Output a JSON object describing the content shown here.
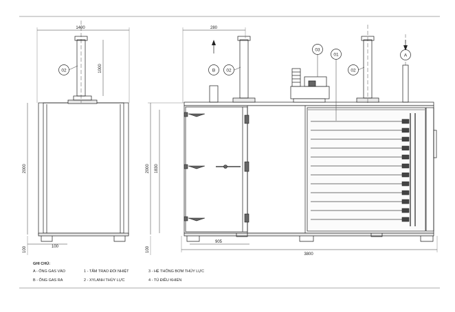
{
  "dimensions": {
    "left_width": "1400",
    "left_rod_height": "1000",
    "left_total_height": "2000",
    "left_base_offset": "100",
    "left_foot_height": "100",
    "right_top_width": "280",
    "right_height_2000": "2000",
    "right_height_1830": "1830",
    "right_foot_height": "100",
    "right_door_width": "905",
    "right_total_width": "3800"
  },
  "balloons": {
    "left_part": "02",
    "right_inlet": "B",
    "right_part_a": "02",
    "right_pump": "03",
    "right_exchanger": "01",
    "right_part_b": "02",
    "right_outlet": "A"
  },
  "legend": {
    "title": "GHI CHÚ:",
    "items": [
      "A - ỐNG GAS VÀO",
      "B - ỐNG GAS RA",
      "1 - TẤM TRAO ĐỔI NHIỆT",
      "2 - XYLANH THỦY LỰC",
      "3 - HỆ THỐNG BƠM THỦY LỰC",
      "4 - TỦ ĐIỀU KHIỂN"
    ]
  },
  "colors": {
    "line": "#1a1a1a",
    "fill_light": "#f2f2f2",
    "plate": "#6f6f6f"
  }
}
